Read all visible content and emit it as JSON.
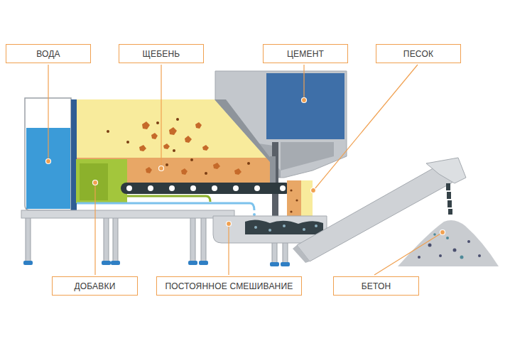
{
  "diagram": {
    "nodes": [
      {
        "text": [
          "ВОДА"
        ]
      },
      {
        "text": [
          "ЩЕБЕНЬ"
        ]
      },
      {
        "text": [
          "ЦЕМЕНТ"
        ]
      },
      {
        "text": [
          "ПЕСОК"
        ]
      },
      {
        "text": [
          "ДОБАВКИ"
        ]
      },
      {
        "text": [
          "ПОСТОЯННОЕ СМЕШИВАНИЕ"
        ]
      },
      {
        "text": [
          "БЕТОН"
        ]
      }
    ]
  }
}
